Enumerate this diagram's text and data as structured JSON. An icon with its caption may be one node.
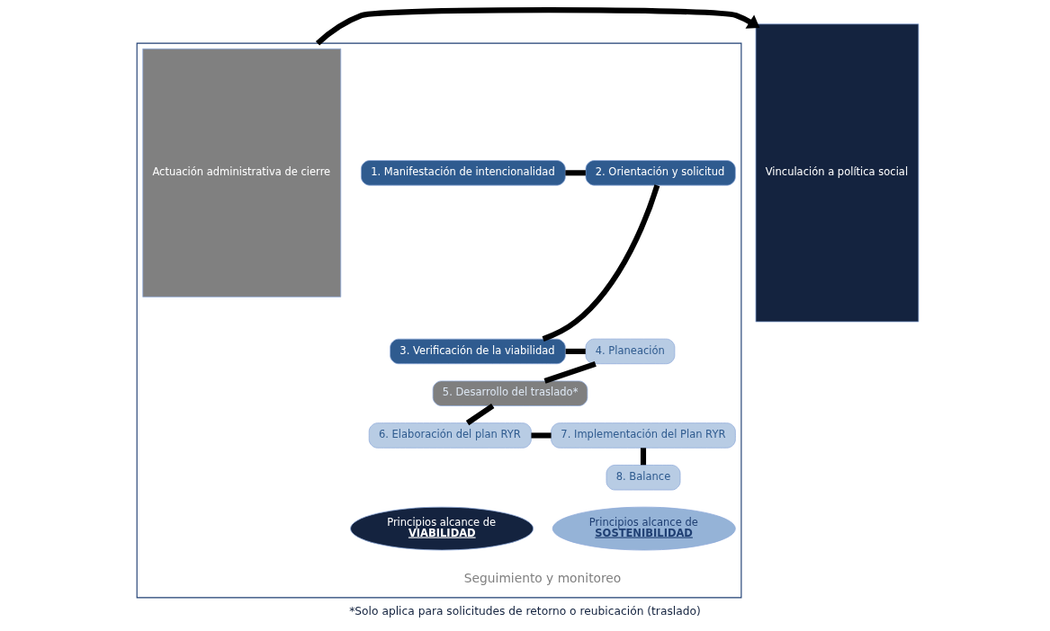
{
  "diagram": {
    "caption": "*Solo aplica para solicitudes de retorno o reubicación (traslado)",
    "nodes": [
      {
        "text": [],
        "shape": "box"
      },
      {
        "text": [
          "1. Manifestación de intencionalidad"
        ],
        "in": 0
      },
      {
        "text": [
          "2. Orientación y solicitud"
        ],
        "in": 0
      },
      {
        "text": [
          "3. Verificación de la viabilidad"
        ],
        "in": 0
      },
      {
        "text": [
          "4. Planeación"
        ],
        "in": 0
      },
      {
        "text": [
          "5. Desarrollo del traslado*"
        ],
        "in": 0
      },
      {
        "text": [
          "6. Elaboración del plan RYR"
        ],
        "in": 0
      },
      {
        "text": [
          "7. Implementación del Plan RYR"
        ],
        "in": 0
      },
      {
        "text": [
          "8. Balance"
        ],
        "in": 0
      },
      {
        "text": [
          "Principios alcance de",
          "VIABILIDAD"
        ],
        "in": 0
      },
      {
        "text": [
          "Principios alcance de",
          "SOSTENIBILIDAD"
        ],
        "in": 0
      },
      {
        "text": [
          "Actuación administrativa de cierre"
        ],
        "in": 0
      },
      {
        "text": [
          "Vinculación a política social"
        ]
      }
    ],
    "edges": [
      {
        "from": 1,
        "to": 2,
        "arrow": "none"
      },
      {
        "from": 2,
        "to": 3,
        "arrow": "none"
      },
      {
        "from": 3,
        "to": 4,
        "arrow": "none"
      },
      {
        "from": 4,
        "to": 5,
        "arrow": "none"
      },
      {
        "from": 5,
        "to": 6,
        "arrow": "none"
      },
      {
        "from": 6,
        "to": 7,
        "arrow": "none"
      },
      {
        "from": 7,
        "to": 8,
        "arrow": "none"
      },
      {
        "from": 0,
        "to": 12,
        "arrow": "to"
      }
    ],
    "labels": [
      "Seguimiento y monitoreo"
    ]
  }
}
